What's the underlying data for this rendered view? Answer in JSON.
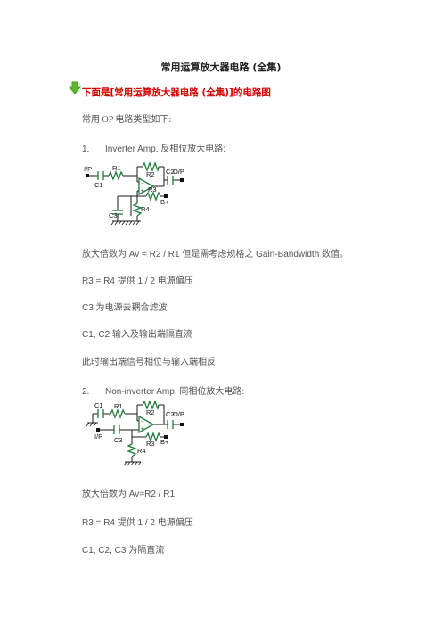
{
  "doc": {
    "title": "常用运算放大器电路 (全集)",
    "subhead": "下面是[常用运算放大器电路 (全集)]的电路图",
    "intro": "常用 OP 电路类型如下:",
    "section1": {
      "num": "1.",
      "label": "Inverter Amp.  反相位放大电路:"
    },
    "circuit1_labels": {
      "ip": "I/P",
      "op": "O/P",
      "r1": "R1",
      "r2": "R2",
      "r3": "R3",
      "r4": "R4",
      "c1": "C1",
      "c2": "C2",
      "c3": "C3",
      "bplus": "B+"
    },
    "s1_lines": [
      "放大倍数为 Av = R2 / R1 但是需考虑规格之 Gain-Bandwidth 数值。",
      "R3 = R4  提供  1 / 2  电源偏压",
      "C3  为电源去耦合滤波",
      "C1, C2  输入及输出端隔直流",
      "此时输出端信号相位与输入端相反"
    ],
    "section2": {
      "num": "2.",
      "label": "Non-inverter Amp.  同相位放大电路:"
    },
    "circuit2_labels": {
      "ip": "I/P",
      "op": "O/P",
      "r1": "R1",
      "r2": "R2",
      "r3": "R3",
      "r4": "R4",
      "c1": "C1",
      "c2": "C2",
      "c3": "C3",
      "bplus": "B+"
    },
    "s2_lines": [
      "放大倍数为 Av=R2 / R1",
      "R3 = R4 提供  1 / 2 电源偏压",
      "C1, C2, C3  为隔直流"
    ]
  },
  "colors": {
    "subhead": "#d40000",
    "wire": "#1a1a1a",
    "component": "#1f7a3a",
    "arrow": "#5cb82e"
  }
}
